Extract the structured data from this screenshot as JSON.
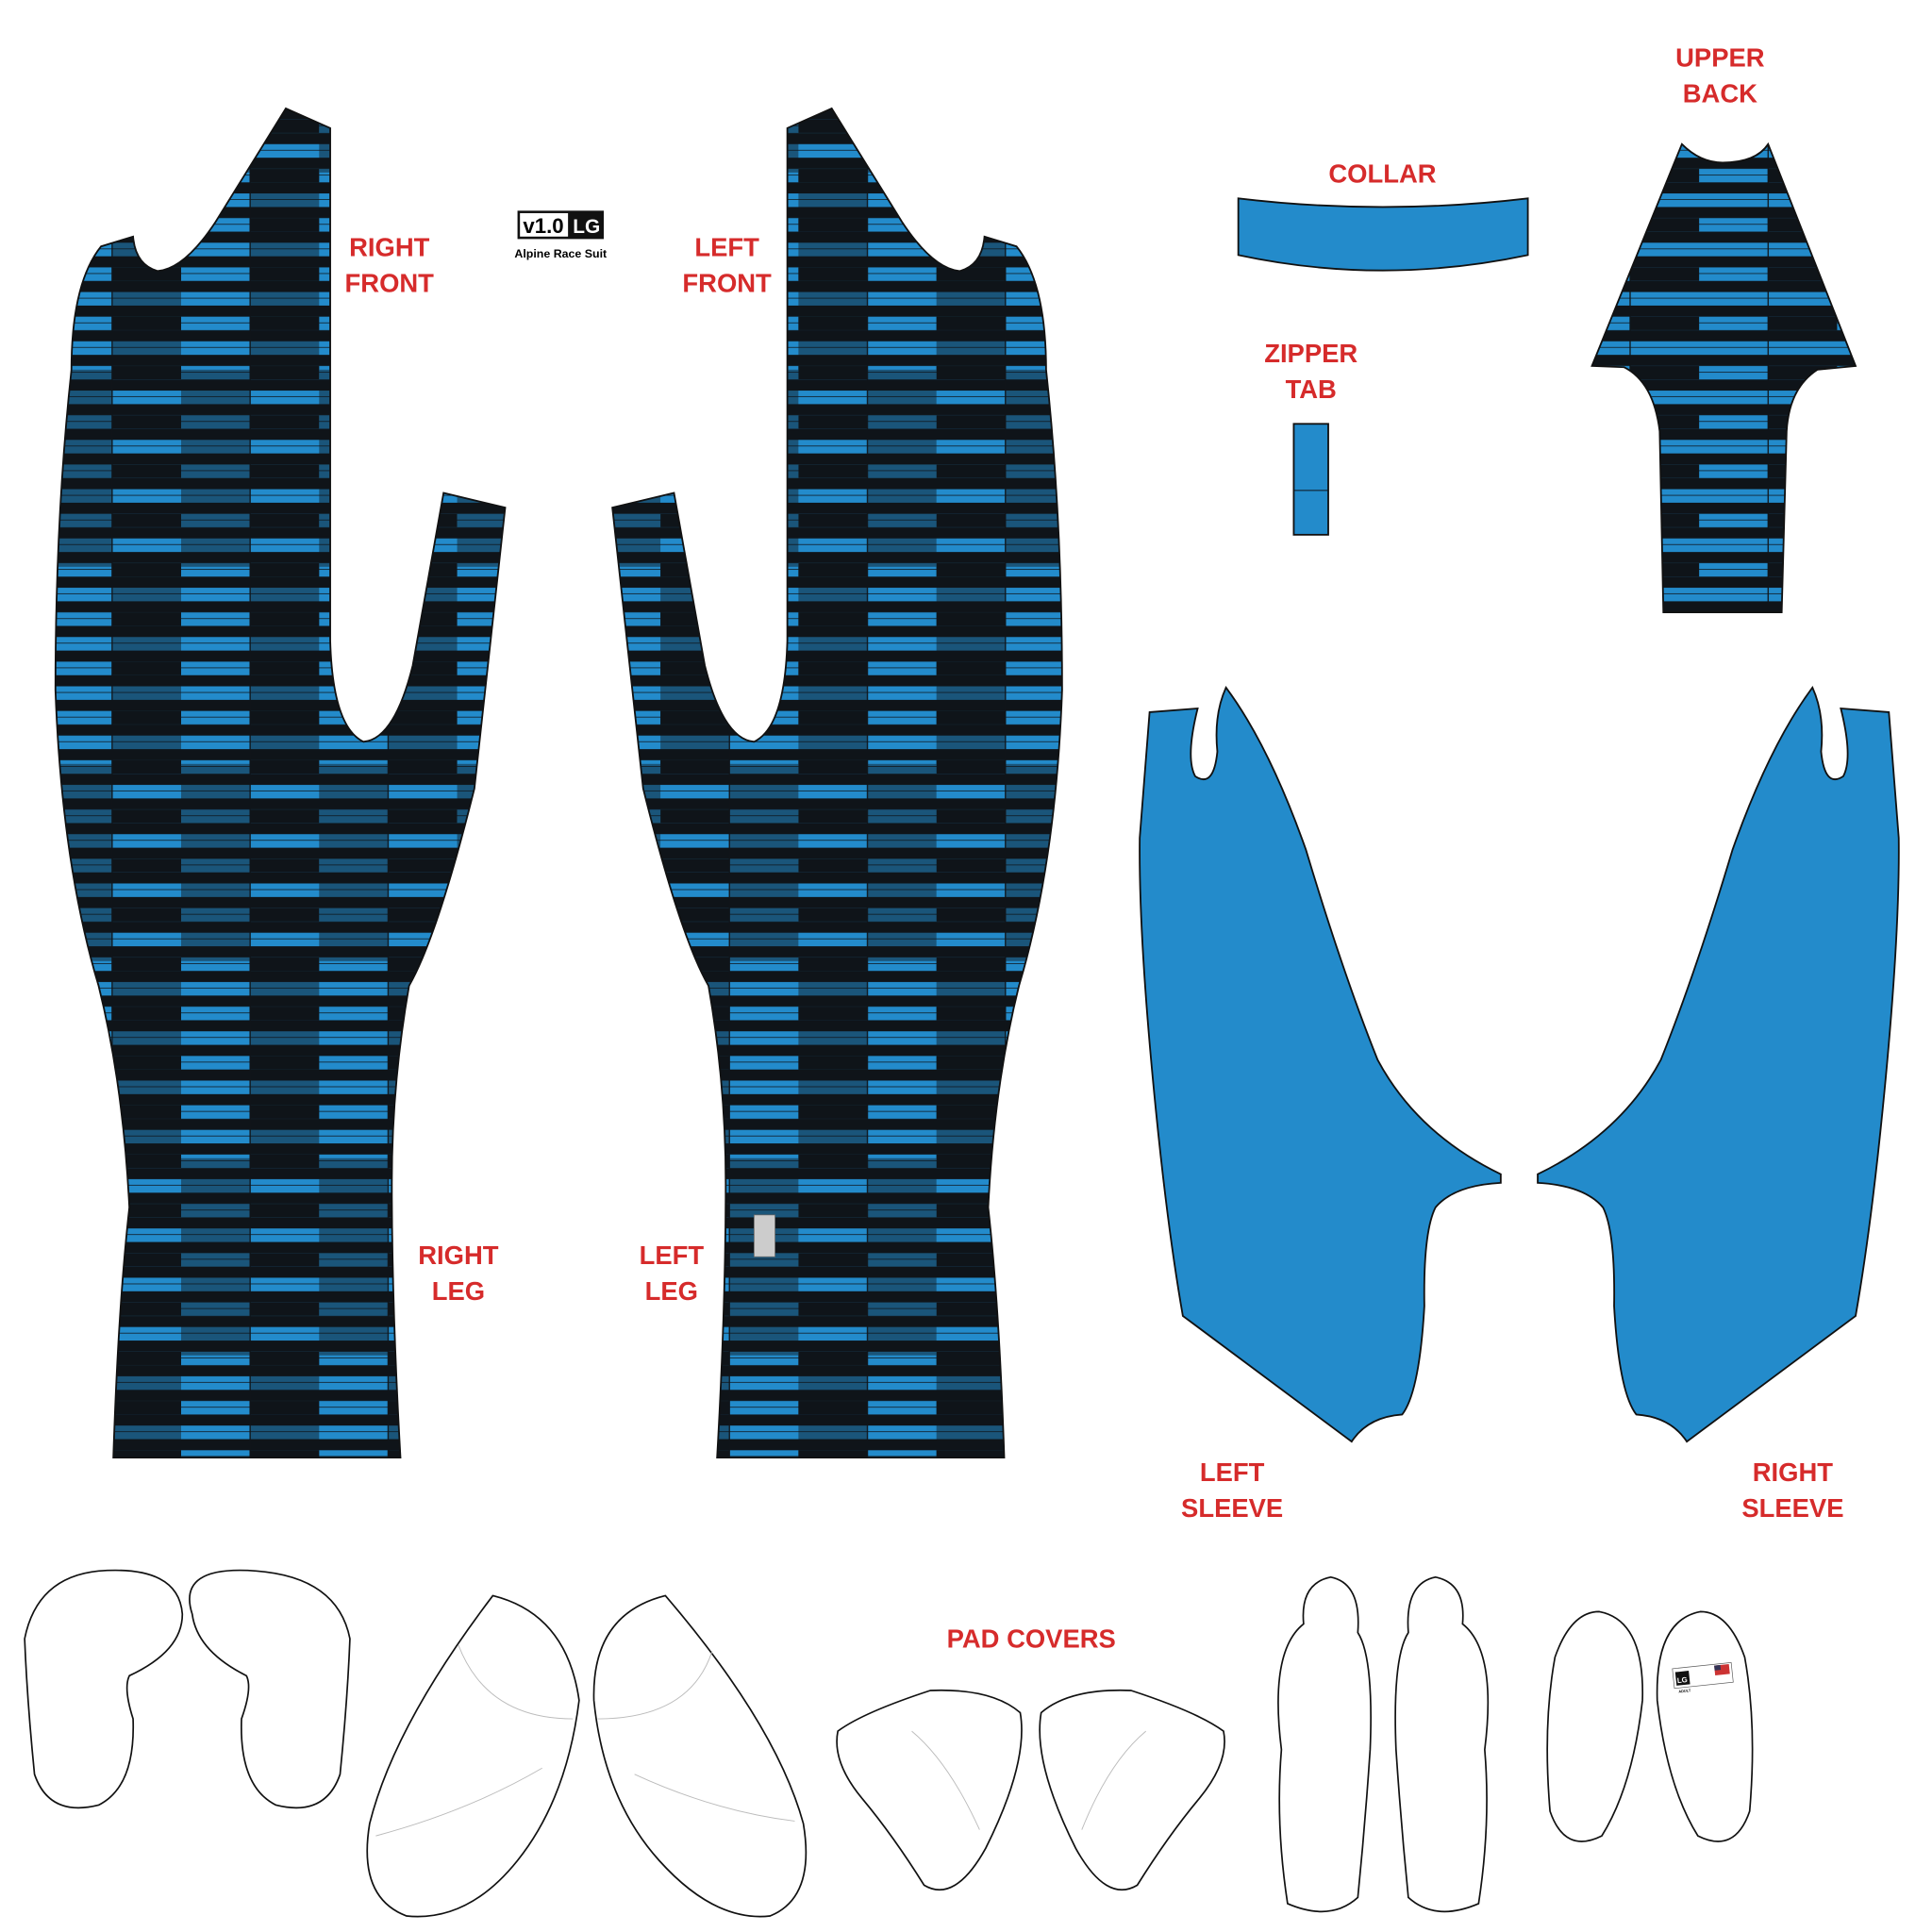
{
  "colors": {
    "blue": "#238bcb",
    "black": "#0f1419",
    "label_red": "#d62b2b"
  },
  "badge": {
    "version": "v1.0",
    "size": "LG",
    "product": "Alpine Race Suit"
  },
  "labels": {
    "right_front": [
      "RIGHT",
      "FRONT"
    ],
    "left_front": [
      "LEFT",
      "FRONT"
    ],
    "collar": "COLLAR",
    "zipper_tab": [
      "ZIPPER",
      "TAB"
    ],
    "upper_back": [
      "UPPER",
      "BACK"
    ],
    "right_leg": [
      "RIGHT",
      "LEG"
    ],
    "left_leg": [
      "LEFT",
      "LEG"
    ],
    "left_sleeve": [
      "LEFT",
      "SLEEVE"
    ],
    "right_sleeve": [
      "RIGHT",
      "SLEEVE"
    ],
    "pad_covers": "PAD COVERS"
  },
  "tag": {
    "size": "LG",
    "size_sub": "ADULT"
  }
}
